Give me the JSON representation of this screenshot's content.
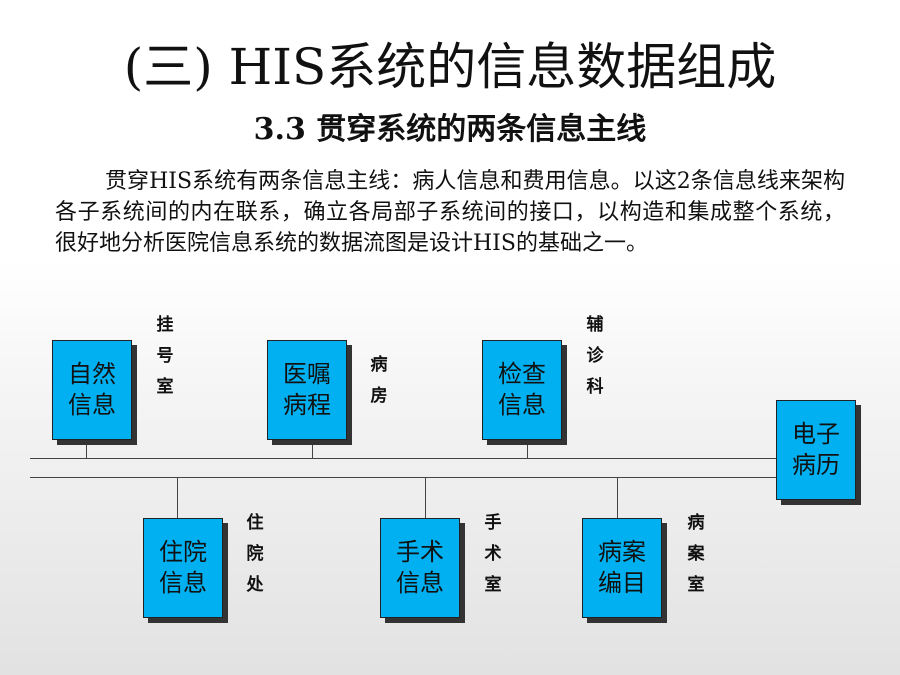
{
  "title": "(三) HIS系统的信息数据组成",
  "subtitle": "3.3 贯穿系统的两条信息主线",
  "paragraph": "贯穿HIS系统有两条信息主线：病人信息和费用信息。以这2条信息线来架构各子系统间的内在联系，确立各局部子系统间的接口，以构造和集成整个系统，很好地分析医院信息系统的数据流图是设计HIS的基础之一。",
  "diagram": {
    "top_boxes": [
      {
        "label": "自然信息",
        "side_label": "挂号室"
      },
      {
        "label": "医嘱病程",
        "side_label": "病房"
      },
      {
        "label": "检查信息",
        "side_label": "辅诊科"
      }
    ],
    "bottom_boxes": [
      {
        "label": "住院信息",
        "side_label": "住院处"
      },
      {
        "label": "手术信息",
        "side_label": "手术室"
      },
      {
        "label": "病案编目",
        "side_label": "病案室"
      }
    ],
    "right_box": {
      "label": "电子病历"
    },
    "colors": {
      "box_fill": "#00b0f0",
      "box_shadow": "#333333",
      "line": "#444444"
    }
  }
}
